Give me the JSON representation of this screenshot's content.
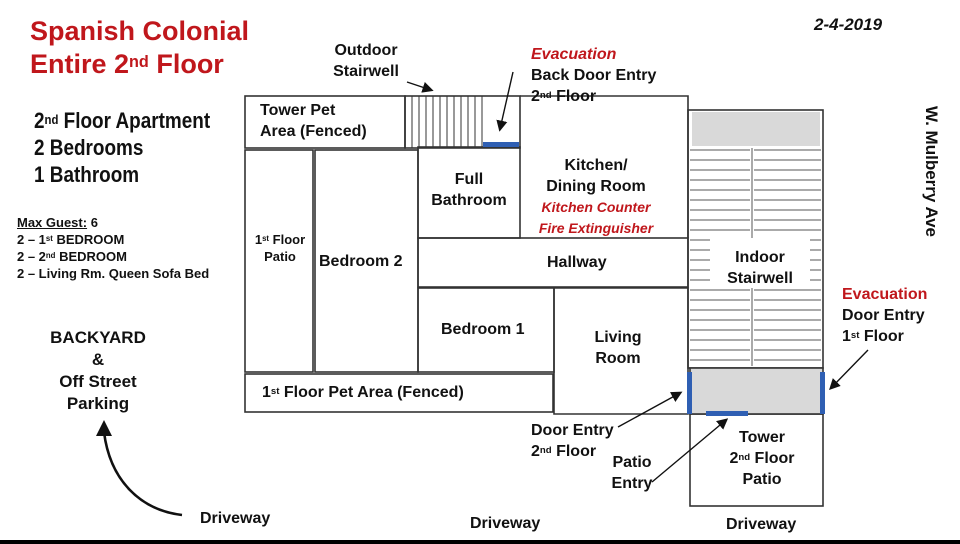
{
  "header": {
    "title_line1": "Spanish Colonial",
    "title_line2_pre": "Entire 2",
    "title_line2_sup": "nd",
    "title_line2_post": " Floor",
    "date": "2-4-2019"
  },
  "summary": {
    "apt_pre": "2",
    "apt_sup": "nd",
    "apt_post": " Floor Apartment",
    "bedrooms": "2 Bedrooms",
    "bathrooms": "1 Bathroom"
  },
  "guests": {
    "max_label": "Max Guest:",
    "max_value": " 6",
    "line1_pre": "2 – 1",
    "line1_sup": "st",
    "line1_post": " BEDROOM",
    "line2_pre": "2 – 2",
    "line2_sup": "nd",
    "line2_post": " BEDROOM",
    "line3": "2 – Living Rm. Queen Sofa Bed"
  },
  "backyard": {
    "line1": "BACKYARD",
    "line2": "&",
    "line3": "Off Street",
    "line4": "Parking"
  },
  "labels": {
    "outdoor_stairwell_1": "Outdoor",
    "outdoor_stairwell_2": "Stairwell",
    "evac_back": "Evacuation",
    "back_door_1": "Back Door Entry",
    "back_door_2_pre": "2",
    "back_door_2_sup": "nd",
    "back_door_2_post": " Floor",
    "street": "W. Mulberry Ave",
    "evac_front": "Evacuation",
    "front_door_1": "Door Entry",
    "front_door_2_pre": "1",
    "front_door_2_sup": "st",
    "front_door_2_post": " Floor",
    "door_entry_2nd_1": "Door Entry",
    "door_entry_2nd_2_pre": "2",
    "door_entry_2nd_2_sup": "nd",
    "door_entry_2nd_2_post": " Floor",
    "patio_entry_1": "Patio",
    "patio_entry_2": "Entry",
    "driveway_left": "Driveway",
    "driveway_mid": "Driveway",
    "driveway_right": "Driveway"
  },
  "rooms": {
    "tower_pet_1": "Tower Pet",
    "tower_pet_2": "Area (Fenced)",
    "patio_1_pre": "1",
    "patio_1_sup": "st",
    "patio_1_post": " Floor",
    "patio_2": "Patio",
    "bedroom2": "Bedroom 2",
    "full_bath_1": "Full",
    "full_bath_2": "Bathroom",
    "kitchen_1": "Kitchen/",
    "kitchen_2": "Dining Room",
    "kitchen_red_1": "Kitchen Counter",
    "kitchen_red_2": "Fire Extinguisher",
    "hallway": "Hallway",
    "indoor_1": "Indoor",
    "indoor_2": "Stairwell",
    "bedroom1": "Bedroom 1",
    "living_1": "Living",
    "living_2": "Room",
    "pet_area_pre": "1",
    "pet_area_sup": "st",
    "pet_area_post": " Floor Pet Area (Fenced)",
    "tower_patio_1": "Tower",
    "tower_patio_2_pre": "2",
    "tower_patio_2_sup": "nd",
    "tower_patio_2_post": " Floor",
    "tower_patio_3": "Patio"
  },
  "colors": {
    "title_red": "#c0171c",
    "door_blue": "#2f5fb3",
    "gray_fill": "#d9d9d9",
    "line": "#333333"
  }
}
